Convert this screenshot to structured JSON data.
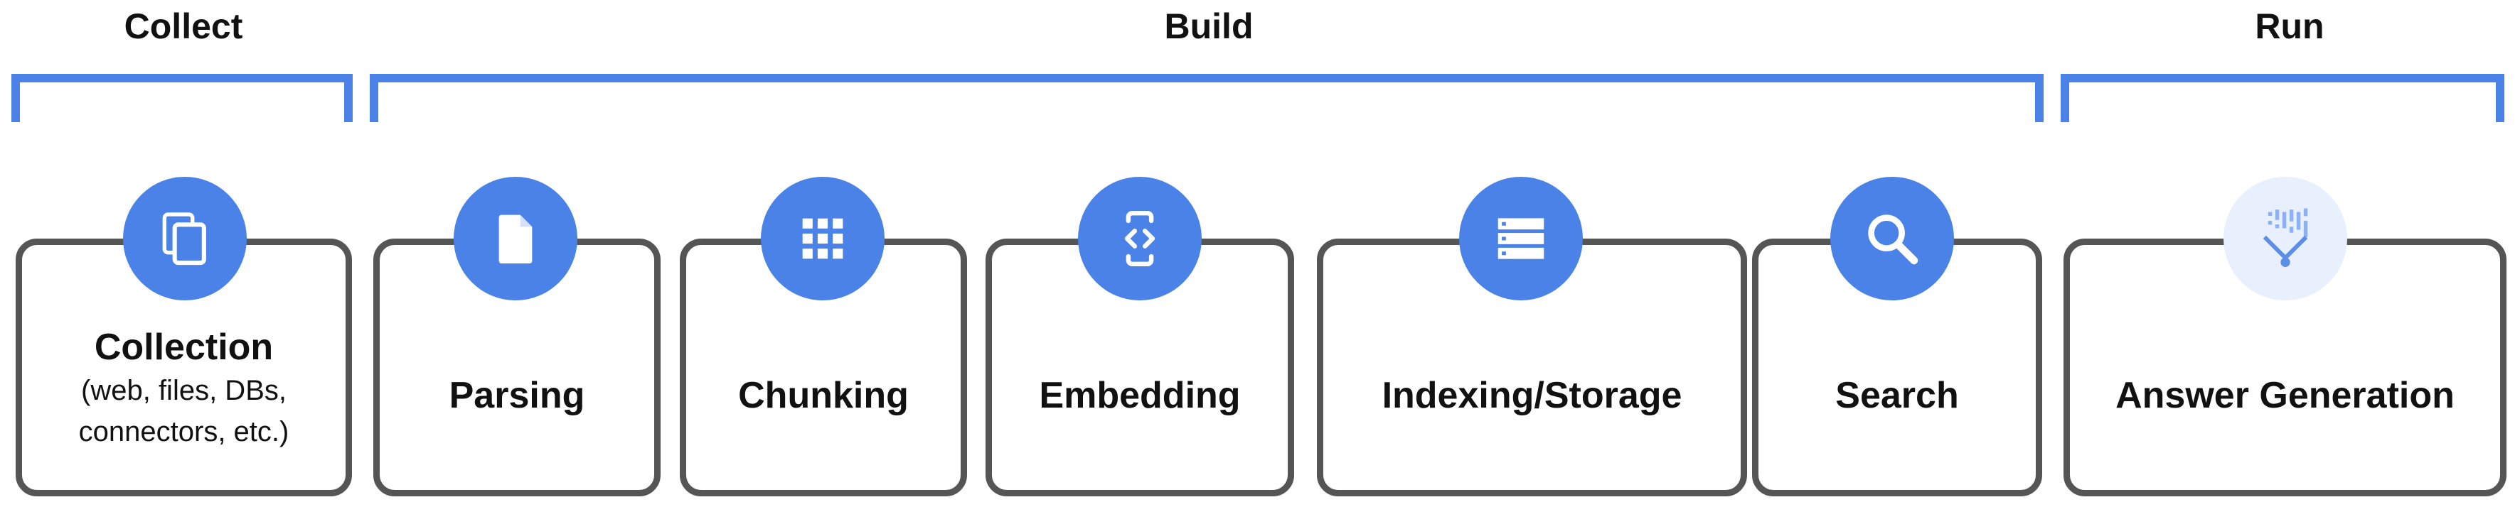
{
  "phases": {
    "collect": "Collect",
    "build": "Build",
    "run": "Run"
  },
  "stages": {
    "collection": {
      "title": "Collection",
      "subtitle_line1": "(web, files, DBs,",
      "subtitle_line2": "connectors, etc.)",
      "icon": "copy-documents-icon"
    },
    "parsing": {
      "title": "Parsing",
      "icon": "document-icon"
    },
    "chunking": {
      "title": "Chunking",
      "icon": "grid-icon"
    },
    "embedding": {
      "title": "Embedding",
      "icon": "code-device-icon"
    },
    "indexing": {
      "title": "Indexing/Storage",
      "icon": "database-rows-icon"
    },
    "search": {
      "title": "Search",
      "icon": "search-icon"
    },
    "answer": {
      "title": "Answer Generation",
      "icon": "ai-sparkle-icon"
    }
  },
  "colors": {
    "accent": "#4a82e8",
    "card_border": "#555555",
    "light_badge": "#e8f0fe"
  }
}
